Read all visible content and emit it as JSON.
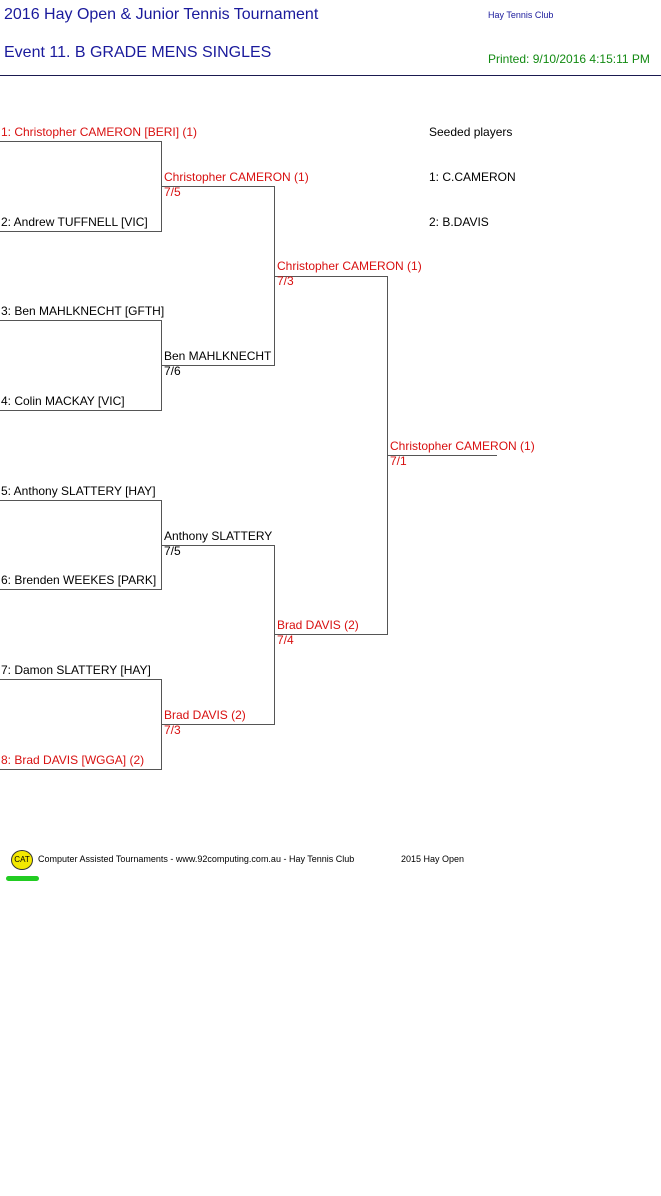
{
  "header": {
    "tournament": "2016 Hay Open & Junior Tennis Tournament",
    "club": "Hay Tennis Club",
    "event": "Event 11. B GRADE MENS SINGLES",
    "printed": "Printed: 9/10/2016 4:15:11 PM"
  },
  "round1": [
    {
      "label": "1: Christopher CAMERON [BERI] (1)",
      "seeded": true
    },
    {
      "label": "2: Andrew TUFFNELL [VIC]",
      "seeded": false
    },
    {
      "label": "3: Ben MAHLKNECHT [GFTH]",
      "seeded": false
    },
    {
      "label": "4: Colin MACKAY [VIC]",
      "seeded": false
    },
    {
      "label": "5: Anthony SLATTERY [HAY]",
      "seeded": false
    },
    {
      "label": "6: Brenden WEEKES [PARK]",
      "seeded": false
    },
    {
      "label": "7: Damon SLATTERY [HAY]",
      "seeded": false
    },
    {
      "label": "8: Brad DAVIS [WGGA] (2)",
      "seeded": true
    }
  ],
  "quarterfinals": [
    {
      "winner": "Christopher CAMERON (1)",
      "score": "7/5",
      "seeded": true
    },
    {
      "winner": "Ben MAHLKNECHT",
      "score": "7/6",
      "seeded": false
    },
    {
      "winner": "Anthony SLATTERY",
      "score": "7/5",
      "seeded": false
    },
    {
      "winner": "Brad DAVIS (2)",
      "score": "7/3",
      "seeded": true
    }
  ],
  "semifinals": [
    {
      "winner": "Christopher CAMERON (1)",
      "score": "7/3",
      "seeded": true
    },
    {
      "winner": "Brad DAVIS (2)",
      "score": "7/4",
      "seeded": true
    }
  ],
  "final": {
    "winner": "Christopher CAMERON (1)",
    "score": "7/1",
    "seeded": true
  },
  "seeds": {
    "heading": "Seeded players",
    "list": [
      "1: C.CAMERON",
      "2: B.DAVIS"
    ]
  },
  "footer": {
    "badge": "CAT",
    "credit": "Computer Assisted Tournaments - www.92computing.com.au -  Hay Tennis Club",
    "event": "2015 Hay Open"
  },
  "colors": {
    "title": "#1a1a9c",
    "printed": "#128a12",
    "seeded": "#d81010"
  }
}
